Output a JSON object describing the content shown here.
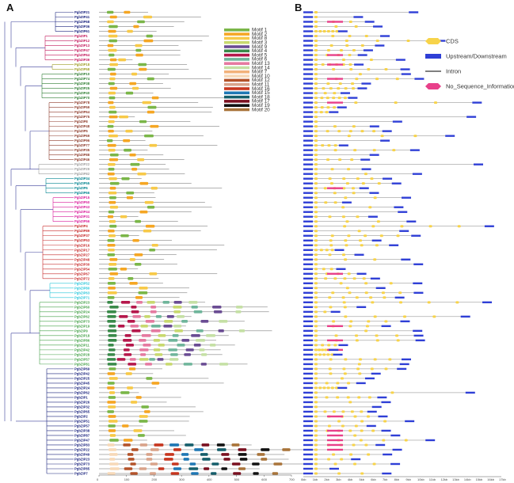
{
  "panels": {
    "a": "A",
    "b": "B"
  },
  "motif_legend": {
    "items": [
      {
        "label": "Motif 1",
        "color": "#7ab648"
      },
      {
        "label": "Motif 2",
        "color": "#f5a623"
      },
      {
        "label": "Motif 8",
        "color": "#f7c948"
      },
      {
        "label": "Motif 3",
        "color": "#c8d96f"
      },
      {
        "label": "Motif 9",
        "color": "#6a4c93"
      },
      {
        "label": "Motif 4",
        "color": "#3a8a4a"
      },
      {
        "label": "Motif 5",
        "color": "#b5174b"
      },
      {
        "label": "Motif 6",
        "color": "#6fb59b"
      },
      {
        "label": "Motif 13",
        "color": "#e57aa0"
      },
      {
        "label": "Motif 14",
        "color": "#c5e0a5"
      },
      {
        "label": "Motif 7",
        "color": "#f2b27a"
      },
      {
        "label": "Motif 10",
        "color": "#f7d9b8"
      },
      {
        "label": "Motif 12",
        "color": "#b4532a"
      },
      {
        "label": "Motif 11",
        "color": "#d9a38a"
      },
      {
        "label": "Motif 16",
        "color": "#c7361f"
      },
      {
        "label": "Motif 15",
        "color": "#1f77b4"
      },
      {
        "label": "Motif 18",
        "color": "#155e6b"
      },
      {
        "label": "Motif 17",
        "color": "#7a1020"
      },
      {
        "label": "Motif 19",
        "color": "#111111"
      },
      {
        "label": "Motif 20",
        "color": "#a9743a"
      }
    ]
  },
  "structure_legend": {
    "items": [
      {
        "label": "CDS",
        "color": "#f7d34a",
        "shape": "hex"
      },
      {
        "label": "Upstream/Downstream",
        "color": "#2f3fd6",
        "shape": "bar"
      },
      {
        "label": "Intron",
        "color": "#808080",
        "shape": "line"
      },
      {
        "label": "No_Sequence_Information",
        "color": "#e8408a",
        "shape": "hex"
      }
    ]
  },
  "motif_axis": {
    "ticks": [
      "0",
      "100",
      "200",
      "300",
      "400",
      "500",
      "600",
      "700"
    ]
  },
  "structure_axis": {
    "ticks": [
      "0kb",
      "1kb",
      "2kb",
      "3kb",
      "4kb",
      "5kb",
      "6kb",
      "7kb",
      "8kb",
      "9kb",
      "10kb",
      "11kb",
      "12kb",
      "13kb",
      "14kb",
      "15kb",
      "16kb",
      "17kb"
    ]
  },
  "genes": [
    {
      "name": "PgbZIP21",
      "color": "#1a237e"
    },
    {
      "name": "PgbZIP41",
      "color": "#1a237e"
    },
    {
      "name": "PgbZIP68",
      "color": "#1a237e"
    },
    {
      "name": "PgbZIP36",
      "color": "#1a237e"
    },
    {
      "name": "PgbZIP61",
      "color": "#1a237e"
    },
    {
      "name": "PgbZIP1",
      "color": "#c2185b"
    },
    {
      "name": "PgbZIP12",
      "color": "#c2185b"
    },
    {
      "name": "PgbZIP13",
      "color": "#c2185b"
    },
    {
      "name": "PgbZIP47",
      "color": "#c2185b"
    },
    {
      "name": "PgbZIP64",
      "color": "#c2185b"
    },
    {
      "name": "PgbZIP39",
      "color": "#c2185b"
    },
    {
      "name": "PgbZIP18",
      "color": "#9e9d24"
    },
    {
      "name": "PgbZIP58",
      "color": "#9e9d24"
    },
    {
      "name": "PgbZIP10",
      "color": "#2e7d32"
    },
    {
      "name": "PgbZIP74",
      "color": "#2e7d32"
    },
    {
      "name": "PgbZIP38",
      "color": "#2e7d32"
    },
    {
      "name": "PgbZIP25",
      "color": "#2e7d32"
    },
    {
      "name": "PgbZIP40",
      "color": "#2e7d32"
    },
    {
      "name": "PgbZIP70",
      "color": "#2e7d32"
    },
    {
      "name": "PgbZIP78",
      "color": "#8d3a2a"
    },
    {
      "name": "PgbZIP59",
      "color": "#8d3a2a"
    },
    {
      "name": "PgbZIP64",
      "color": "#8d3a2a"
    },
    {
      "name": "PgbZIP75",
      "color": "#8d3a2a"
    },
    {
      "name": "PgbZIP8",
      "color": "#8d3a2a"
    },
    {
      "name": "PgbZIP48",
      "color": "#8d3a2a"
    },
    {
      "name": "PgbZIP5",
      "color": "#8d3a2a"
    },
    {
      "name": "PgbZIP69",
      "color": "#8d3a2a"
    },
    {
      "name": "PgbZIP96",
      "color": "#8d3a2a"
    },
    {
      "name": "PgbZIP77",
      "color": "#8d3a2a"
    },
    {
      "name": "PgbZIP35",
      "color": "#8d3a2a"
    },
    {
      "name": "PgbZIP88",
      "color": "#8d3a2a"
    },
    {
      "name": "PgbZIP46",
      "color": "#8d3a2a"
    },
    {
      "name": "PgbZIP22",
      "color": "#9e9e9e"
    },
    {
      "name": "PgbZIP29",
      "color": "#9e9e9e"
    },
    {
      "name": "PgbZIP82",
      "color": "#9e9e9e"
    },
    {
      "name": "PgbZIP34",
      "color": "#00838f"
    },
    {
      "name": "PgbZIP55",
      "color": "#00838f"
    },
    {
      "name": "PgbZIP6",
      "color": "#00838f"
    },
    {
      "name": "PgbZIP66",
      "color": "#00838f"
    },
    {
      "name": "PgbZIP15",
      "color": "#d81b9a"
    },
    {
      "name": "PgbZIP50",
      "color": "#d81b9a"
    },
    {
      "name": "PgbZIP43",
      "color": "#d81b9a"
    },
    {
      "name": "PgbZIP44",
      "color": "#d81b9a"
    },
    {
      "name": "PgbZIP31",
      "color": "#d81b9a"
    },
    {
      "name": "PgbZIP56",
      "color": "#d81b9a"
    },
    {
      "name": "PgbZIP4",
      "color": "#c62828"
    },
    {
      "name": "PgbZIP89",
      "color": "#c62828"
    },
    {
      "name": "PgbZIP37",
      "color": "#c62828"
    },
    {
      "name": "PgbZIP53",
      "color": "#c62828"
    },
    {
      "name": "PgbZIP16",
      "color": "#c62828"
    },
    {
      "name": "PgbZIP17",
      "color": "#c62828"
    },
    {
      "name": "PgbZIP27",
      "color": "#c62828"
    },
    {
      "name": "PgbZIP48",
      "color": "#c62828"
    },
    {
      "name": "PgbZIP30",
      "color": "#c62828"
    },
    {
      "name": "PgbZIP54",
      "color": "#c62828"
    },
    {
      "name": "PgbZIP67",
      "color": "#c62828"
    },
    {
      "name": "PgbZIP72",
      "color": "#c62828"
    },
    {
      "name": "PgbZIP52",
      "color": "#26c6da"
    },
    {
      "name": "PgbZIP80",
      "color": "#26c6da"
    },
    {
      "name": "PgbZIP63",
      "color": "#26c6da"
    },
    {
      "name": "PgbZIP71",
      "color": "#26c6da"
    },
    {
      "name": "PgbZIP23",
      "color": "#43a047"
    },
    {
      "name": "PgbZIP60",
      "color": "#43a047"
    },
    {
      "name": "PgbZIP24",
      "color": "#43a047"
    },
    {
      "name": "PgbZIP62",
      "color": "#43a047"
    },
    {
      "name": "PgbZIP73",
      "color": "#43a047"
    },
    {
      "name": "PgbZIP19",
      "color": "#43a047"
    },
    {
      "name": "PgbZIP9",
      "color": "#43a047"
    },
    {
      "name": "PgbZIP18",
      "color": "#43a047"
    },
    {
      "name": "PgbZIP86",
      "color": "#43a047"
    },
    {
      "name": "PgbZIP11",
      "color": "#43a047"
    },
    {
      "name": "PgbZIP42",
      "color": "#43a047"
    },
    {
      "name": "PgbZIP28",
      "color": "#43a047"
    },
    {
      "name": "PgbZIP57",
      "color": "#43a047"
    },
    {
      "name": "PgbZIP81",
      "color": "#43a047"
    },
    {
      "name": "PgbZIP69",
      "color": "#1a237e"
    },
    {
      "name": "PgbZIP42",
      "color": "#1a237e"
    },
    {
      "name": "PgbZIP25",
      "color": "#1a237e"
    },
    {
      "name": "PgbZIP45",
      "color": "#1a237e"
    },
    {
      "name": "PgbZIP24",
      "color": "#1a237e"
    },
    {
      "name": "PgbZIP62",
      "color": "#1a237e"
    },
    {
      "name": "PgbZIP1",
      "color": "#1a237e"
    },
    {
      "name": "PgbZIP26",
      "color": "#1a237e"
    },
    {
      "name": "PgbZIP32",
      "color": "#1a237e"
    },
    {
      "name": "PgbZIP65",
      "color": "#1a237e"
    },
    {
      "name": "PgbZIP2",
      "color": "#1a237e"
    },
    {
      "name": "PgbZIP51",
      "color": "#1a237e"
    },
    {
      "name": "PgbZIP57",
      "color": "#1a237e"
    },
    {
      "name": "PgbZIP38",
      "color": "#1a237e"
    },
    {
      "name": "PgbZIP87",
      "color": "#1a237e"
    },
    {
      "name": "PgbZIP47",
      "color": "#1a237e"
    },
    {
      "name": "PgbZIP83",
      "color": "#1a237e"
    },
    {
      "name": "PgbZIP22",
      "color": "#1a237e"
    },
    {
      "name": "PgbZIP49",
      "color": "#1a237e"
    },
    {
      "name": "PgbZIP23",
      "color": "#1a237e"
    },
    {
      "name": "PgbZIP73",
      "color": "#1a237e"
    },
    {
      "name": "PgbZIP85",
      "color": "#1a237e"
    },
    {
      "name": "PgbZIP7",
      "color": "#1a237e"
    }
  ]
}
